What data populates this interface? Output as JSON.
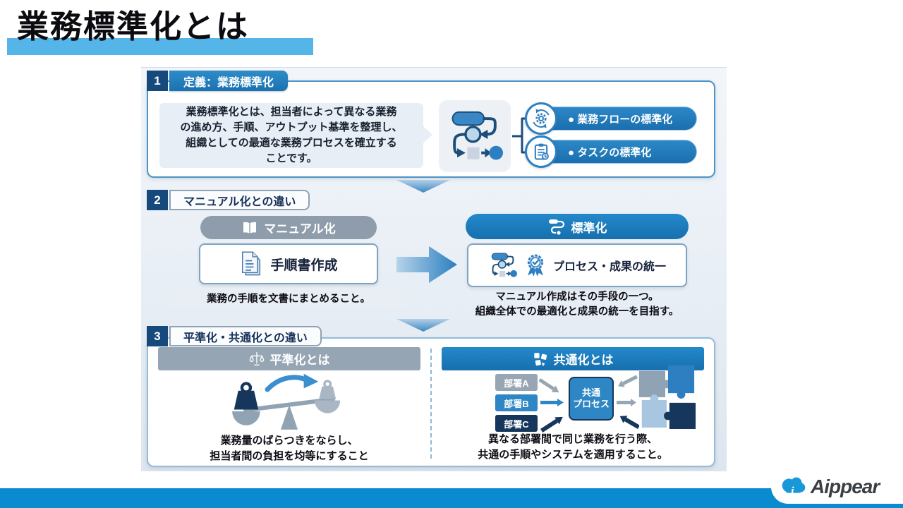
{
  "title": "業務標準化とは",
  "sections": {
    "s1": {
      "number": "1",
      "heading": "定義：業務標準化",
      "definition": "業務標準化とは、担当者によって異なる業務\nの進め方、手順、アウトプット基準を整理し、\n組織としての最適な業務プロセスを確立する\nことです。",
      "bullet_flow": "● 業務フローの標準化",
      "bullet_task": "● タスクの標準化"
    },
    "s2": {
      "number": "2",
      "heading": "マニュアル化との違い",
      "manual_pill": "マニュアル化",
      "manual_box": "手順書作成",
      "manual_caption": "業務の手順を文書にまとめること。",
      "standard_pill": "標準化",
      "standard_box": "プロセス・成果の統一",
      "standard_caption": "マニュアル作成はその手段の一つ。\n組織全体での最適化と成果の統一を目指す。"
    },
    "s3": {
      "number": "3",
      "heading": "平準化・共通化との違い",
      "leveling_header": "平準化とは",
      "leveling_caption": "業務量のばらつきをならし、\n担当者間の負担を均等にすること",
      "commonization_header": "共通化とは",
      "dept_a": "部署A",
      "dept_b": "部署B",
      "dept_c": "部署C",
      "common_process": "共通\nプロセス",
      "commonization_caption": "異なる部署間で同じ業務を行う際、\n共通の手順やシステムを適用すること。"
    }
  },
  "footer": {
    "logo_text": "Aippear"
  },
  "icons": {
    "flowchart": "flowchart-diagram",
    "gear_cycle": "gear-refresh-cycle",
    "clipboard": "task-clipboard-clock",
    "book": "open-book",
    "document": "procedure-documents",
    "flow_mini": "mini-flowchart",
    "badge": "award-ribbon-check",
    "scale": "balance-scale",
    "puzzle": "puzzle-pieces",
    "cloud": "aippear-cloud"
  },
  "colors": {
    "accent_blue": "#1a7ec2",
    "navy": "#16497c",
    "dark_navy": "#16365c",
    "title_highlight": "#56b5e8",
    "gray_pill": "#8f9cab",
    "dept_b_blue": "#2e86c4",
    "bottom_bar": "#0a8bd0",
    "panel_bg": "#e9eef4"
  }
}
